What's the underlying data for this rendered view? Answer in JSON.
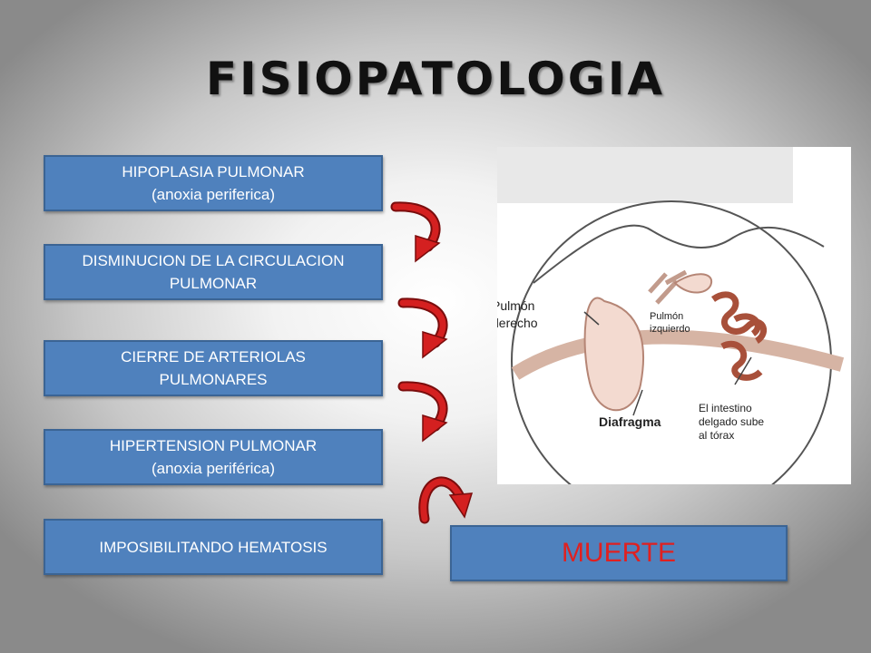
{
  "slide": {
    "title": "FISIOPATOLOGIA"
  },
  "steps": [
    {
      "line1": "HIPOPLASIA PULMONAR",
      "line2": "(anoxia periferica)"
    },
    {
      "line1": "DISMINUCION DE LA CIRCULACION",
      "line2": "PULMONAR"
    },
    {
      "line1": "CIERRE DE ARTERIOLAS",
      "line2": "PULMONARES"
    },
    {
      "line1": "HIPERTENSION PULMONAR",
      "line2": "(anoxia periférica)"
    },
    {
      "line1": "IMPOSIBILITANDO HEMATOSIS"
    }
  ],
  "outcome": {
    "label": "MUERTE"
  },
  "figure": {
    "labels": {
      "right_lung_1": "Pulmón",
      "right_lung_2": "derecho",
      "left_lung_1": "Pulmón",
      "left_lung_2": "izquierdo",
      "diaphragm": "Diafragma",
      "intestine_1": "El intestino",
      "intestine_2": "delgado sube",
      "intestine_3": "al tórax"
    }
  },
  "colors": {
    "box_fill": "#4f81bd",
    "box_text": "#ffffff",
    "outcome_text": "#e02020",
    "arrow": "#d42020"
  }
}
